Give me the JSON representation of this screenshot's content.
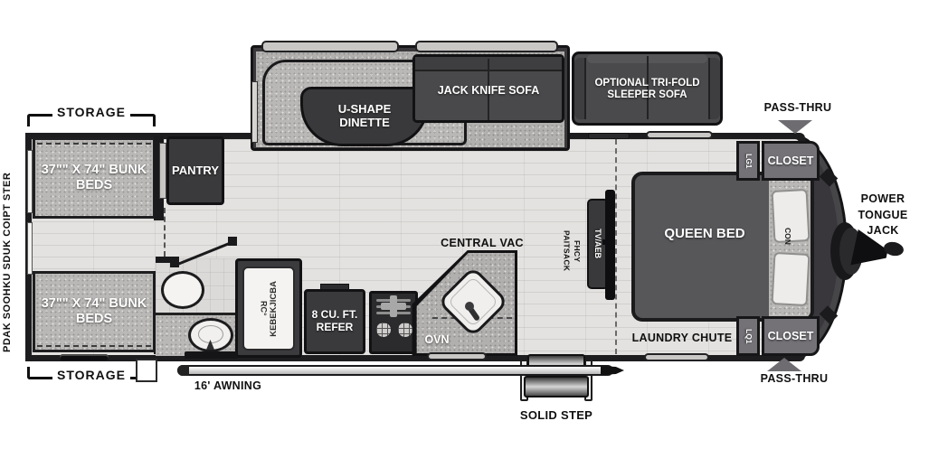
{
  "colors": {
    "wall": "#1d1d1f",
    "dark_furniture": "#3a3a3c",
    "sofa": "#4a4a4c",
    "floor": "#e3e2e0",
    "slide_floor": "#b2b0ae",
    "closet": "#747277",
    "fixture_white": "#f2f1ef",
    "label_black": "#101010"
  },
  "exterior": {
    "rear_side_text": "PDAK SOOHKU SDUK COIPT STER",
    "storage_top": "STORAGE",
    "storage_bottom": "STORAGE",
    "awning": "16' AWNING",
    "step": "SOLID STEP",
    "pass_thru_top": "PASS-THRU",
    "pass_thru_bottom": "PASS-THRU",
    "power_jack": "POWER TONGUE JACK"
  },
  "bunk_room": {
    "bunk_top": "37\"\" X 74\" BUNK BEDS",
    "bunk_bottom": "37\"\" X 74\" BUNK BEDS",
    "pantry": "PANTRY"
  },
  "bathroom": {
    "shower_text_small": "RC°",
    "shower_text": "KEBEKJICBA"
  },
  "kitchen": {
    "refer": "8 CU. FT. REFER",
    "oven": "OVN",
    "central_vac": "CENTRAL VAC"
  },
  "living": {
    "dinette": "U-SHAPE DINETTE",
    "sofa": "JACK KNIFE SOFA",
    "trifold_sofa": "OPTIONAL TRI-FOLD SLEEPER SOFA"
  },
  "bedroom": {
    "bed": "QUEEN BED",
    "bed_note": "CON",
    "tv": "TV/AEB",
    "tv_note_1": "PAITSACK",
    "tv_note_2": "FHCY",
    "laundry_chute": "LAUNDRY CHUTE",
    "closet_top": "CLOSET",
    "closet_top_note": "LG1",
    "closet_bottom": "CLOSET",
    "closet_bottom_note": "LQ1"
  }
}
